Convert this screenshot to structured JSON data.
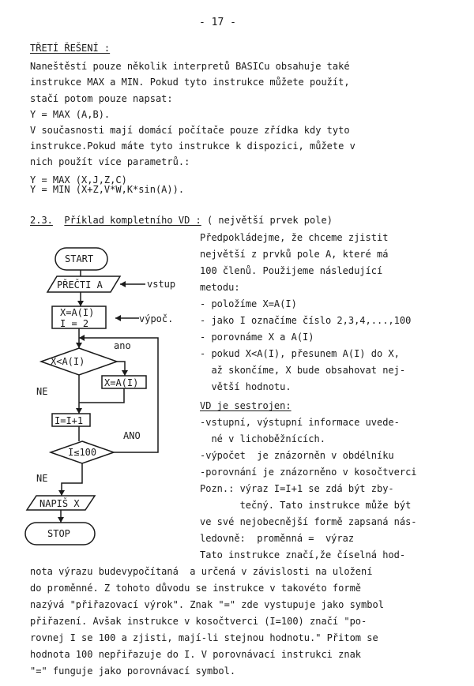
{
  "page_number": "- 17 -",
  "section3": {
    "heading": "TŘETÍ ŘEŠENÍ :",
    "lines": [
      "Naneštěstí pouze několik interpretů BASICu obsahuje také",
      "instrukce MAX a MIN. Pokud tyto instrukce můžete použít,",
      "stačí potom pouze napsat:",
      "Y = MAX (A,B).",
      "V současnosti mají domácí počítače pouze zřídka kdy tyto",
      "instrukce.Pokud máte tyto instrukce k dispozici, můžete v",
      "nich použít více parametrů.:",
      "Y = MAX (X,J,Z,C)",
      "Y = MIN (X+Z,V*W,K*sin(A))."
    ]
  },
  "example": {
    "heading_num": "2.3.",
    "heading_title": "Příklad kompletního VD :",
    "heading_rest": "( největší prvek pole)"
  },
  "flowchart": {
    "start": "START",
    "read": "PŘEČTI A",
    "read_note": "vstup",
    "assign1": "X=A(I)",
    "assign2": "I = 2",
    "assign_note": "výpoč.",
    "yes1": "ano",
    "cond1": "X<A(I)",
    "assign3": "X=A(I)",
    "no1": "NE",
    "inc": "I=I+1",
    "yes2": "ANO",
    "cond2": "I≤100",
    "no2": "NE",
    "print": "NAPIŠ X",
    "stop": "STOP"
  },
  "right_column": [
    "Předpokládejme, že chceme zjistit",
    "největší z prvků pole A, které má",
    "100 členů. Použijeme následující",
    "metodu:",
    "- položíme X=A(I)",
    "- jako I označíme číslo 2,3,4,...,100",
    "- porovnáme X a A(I)",
    "- pokud X<A(I), přesunem A(I) do X,",
    "  až skončíme, X bude obsahovat nej-",
    "  větší hodnotu.",
    "VD je sestrojen:",
    "-vstupní, výstupní informace uvede-",
    "  né v lichoběžnících.",
    "-výpočet  je znázorněn v obdélníku",
    "-porovnání je znázorněno v kosočtverci",
    "Pozn.: výraz I=I+1 se zdá být zby-",
    "       tečný. Tato instrukce může být",
    "ve své nejobecnější formě zapsaná nás-",
    "ledovně:  proměnná =  výraz",
    "Tato instrukce značí,že číselná hod-"
  ],
  "bottom_lines": [
    "nota výrazu budevypočítaná  a určená v závislosti na uložení",
    "do proměnné. Z tohoto důvodu se instrukce v takovéto formě",
    "nazývá \"přiřazovací výrok\". Znak \"=\" zde vystupuje jako symbol",
    "přiřazení. Avšak instrukce v kosočtverci (I=100) značí \"po-",
    "rovnej I se 100 a zjisti, mají-li stejnou hodnotu.\" Přitom se",
    "hodnota 100 nepřiřazuje do I. V porovnávací instrukci znak",
    "\"=\" funguje jako porovnávací symbol."
  ]
}
